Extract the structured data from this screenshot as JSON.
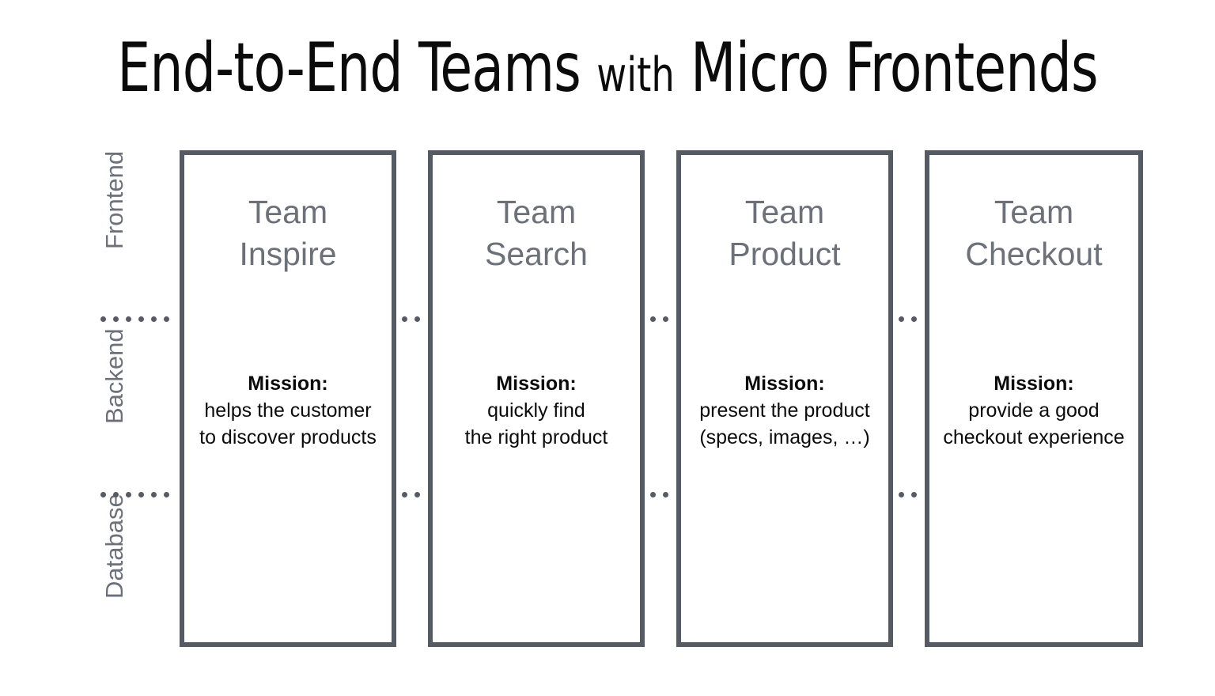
{
  "title": {
    "part1": "End-to-End Teams ",
    "part_small": "with",
    "part2": " Micro Frontends",
    "full": "End-to-End Teams with Micro Frontends"
  },
  "colors": {
    "border": "#565b63",
    "team_name": "#6c7079",
    "axis_label": "#6c7079",
    "text": "#0b0b0b",
    "background": "#ffffff"
  },
  "axis_labels": [
    {
      "label": "Frontend"
    },
    {
      "label": "Backend"
    },
    {
      "label": "Database"
    }
  ],
  "teams": [
    {
      "name_line1": "Team",
      "name_line2": "Inspire",
      "mission_label": "Mission:",
      "mission_line1": "helps the customer",
      "mission_line2": "to discover products"
    },
    {
      "name_line1": "Team",
      "name_line2": "Search",
      "mission_label": "Mission:",
      "mission_line1": "quickly find",
      "mission_line2": "the right product"
    },
    {
      "name_line1": "Team",
      "name_line2": "Product",
      "mission_label": "Mission:",
      "mission_line1": "present the product",
      "mission_line2": "(specs, images, …)"
    },
    {
      "name_line1": "Team",
      "name_line2": "Checkout",
      "mission_label": "Mission:",
      "mission_line1": "provide a good",
      "mission_line2": "checkout experience"
    }
  ],
  "separators": [
    {
      "name": "frontend-backend-divider"
    },
    {
      "name": "backend-database-divider"
    }
  ]
}
